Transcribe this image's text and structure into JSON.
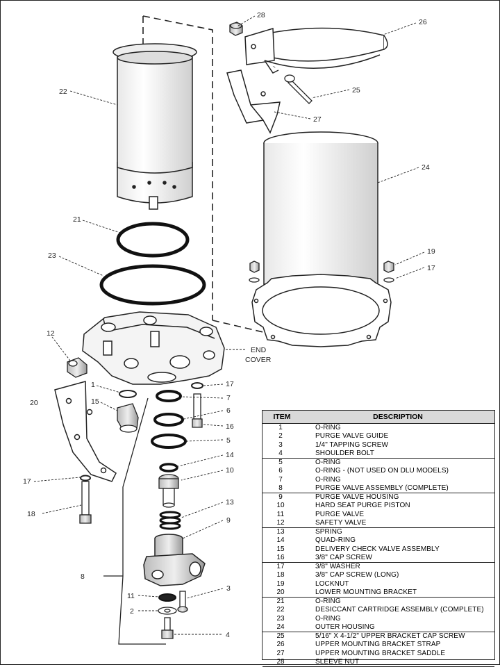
{
  "callouts": [
    {
      "num": "28"
    },
    {
      "num": "26"
    },
    {
      "num": "22"
    },
    {
      "num": "25"
    },
    {
      "num": "27"
    },
    {
      "num": "24"
    },
    {
      "num": "21"
    },
    {
      "num": "23"
    },
    {
      "num": "19"
    },
    {
      "num": "17"
    },
    {
      "num": "12"
    },
    {
      "num": "1"
    },
    {
      "num": "17"
    },
    {
      "num": "20"
    },
    {
      "num": "15"
    },
    {
      "num": "7"
    },
    {
      "num": "6"
    },
    {
      "num": "16"
    },
    {
      "num": "5"
    },
    {
      "num": "14"
    },
    {
      "num": "10"
    },
    {
      "num": "17"
    },
    {
      "num": "18"
    },
    {
      "num": "13"
    },
    {
      "num": "9"
    },
    {
      "num": "8"
    },
    {
      "num": "3"
    },
    {
      "num": "11"
    },
    {
      "num": "2"
    },
    {
      "num": "4"
    }
  ],
  "end_cover_label": [
    "END",
    "COVER"
  ],
  "table": {
    "header_item": "ITEM",
    "header_description": "DESCRIPTION",
    "groups": [
      [
        {
          "item": "1",
          "desc": "O-RING"
        },
        {
          "item": "2",
          "desc": "PURGE VALVE GUIDE"
        },
        {
          "item": "3",
          "desc": "1/4\" TAPPING SCREW"
        },
        {
          "item": "4",
          "desc": "SHOULDER BOLT"
        }
      ],
      [
        {
          "item": "5",
          "desc": "O-RING"
        },
        {
          "item": "6",
          "desc": "O-RING - (NOT USED ON DLU MODELS)"
        },
        {
          "item": "7",
          "desc": "O-RING"
        },
        {
          "item": "8",
          "desc": "PURGE VALVE ASSEMBLY (COMPLETE)"
        }
      ],
      [
        {
          "item": "9",
          "desc": "PURGE VALVE HOUSING"
        },
        {
          "item": "10",
          "desc": "HARD SEAT PURGE PISTON"
        },
        {
          "item": "11",
          "desc": "PURGE VALVE"
        },
        {
          "item": "12",
          "desc": "SAFETY VALVE"
        }
      ],
      [
        {
          "item": "13",
          "desc": "SPRING"
        },
        {
          "item": "14",
          "desc": "QUAD-RING"
        },
        {
          "item": "15",
          "desc": "DELIVERY CHECK VALVE ASSEMBLY"
        },
        {
          "item": "16",
          "desc": "3/8\" CAP SCREW"
        }
      ],
      [
        {
          "item": "17",
          "desc": "3/8\" WASHER"
        },
        {
          "item": "18",
          "desc": "3/8\" CAP SCREW (LONG)"
        },
        {
          "item": "19",
          "desc": "LOCKNUT"
        },
        {
          "item": "20",
          "desc": "LOWER MOUNTING BRACKET"
        }
      ],
      [
        {
          "item": "21",
          "desc": "O-RING"
        },
        {
          "item": "22",
          "desc": "DESICCANT CARTRIDGE ASSEMBLY (COMPLETE)"
        },
        {
          "item": "23",
          "desc": "O-RING"
        },
        {
          "item": "24",
          "desc": "OUTER HOUSING"
        }
      ],
      [
        {
          "item": "25",
          "desc": "5/16\" X 4-1/2\" UPPER BRACKET CAP SCREW"
        },
        {
          "item": "26",
          "desc": "UPPER MOUNTING BRACKET STRAP"
        },
        {
          "item": "27",
          "desc": "UPPER MOUNTING BRACKET SADDLE"
        },
        {
          "item": "28",
          "desc": "SLEEVE NUT"
        }
      ]
    ]
  }
}
